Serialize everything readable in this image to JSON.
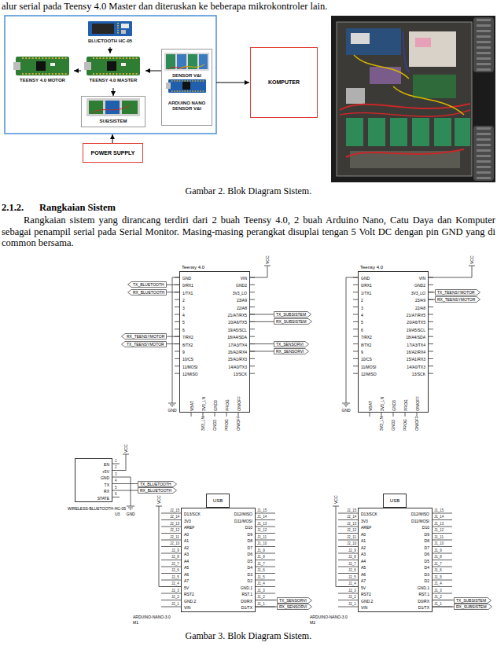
{
  "diagram": {
    "caption": "Gambar 2. Blok Diagram Sistem.",
    "nodes": [
      {
        "text": [
          "BLUETOOTH HC-05"
        ]
      },
      {
        "text": [
          "TEENSY 4.0 MOTOR"
        ]
      },
      {
        "text": [
          "TEENSY 4.0 MASTER"
        ]
      },
      {
        "text": [
          "SENSOR V&I",
          "ARDUINO NANO SENSOR V&I"
        ]
      },
      {
        "text": [
          "SUBSISTEM"
        ]
      },
      {
        "text": [
          "KOMPUTER"
        ]
      },
      {
        "text": [
          "POWER SUPPLY"
        ]
      },
      {
        "text": [
          "Teensy 4.0",
          "GND",
          "0/RX1",
          "1/TX1",
          "2",
          "3",
          "4",
          "5",
          "6",
          "7/RX2",
          "8/TX2",
          "9",
          "10/CS",
          "11/MOSI",
          "12/MISO",
          "VIN",
          "GND2",
          "3V3_LO",
          "23/A9",
          "22/A8",
          "21/A7/RX5",
          "20/A6/TX5",
          "19/A5/SCL",
          "18/A4/SDA",
          "17/A3/TX4",
          "16/A2/RX4",
          "15/A1/RX3",
          "14/A0/TX3",
          "13/SCK",
          "VBAT",
          "3V3_LN",
          "GND3",
          "PROG",
          "ON/OFF"
        ]
      },
      {
        "text": [
          "TX_BLUETOOTH"
        ]
      },
      {
        "text": [
          "RX_BLUETOOTH"
        ]
      },
      {
        "text": [
          "RX_TEENSYMOTOR"
        ]
      },
      {
        "text": [
          "TX_TEENSYMOTOR"
        ]
      },
      {
        "text": [
          "TX_SUBSISTEM"
        ]
      },
      {
        "text": [
          "RX_SUBSISTEM"
        ]
      },
      {
        "text": [
          "TX_SENSORVI"
        ]
      },
      {
        "text": [
          "RX_SENSORVI"
        ]
      },
      {
        "text": [
          "Teensy 4.0",
          "GND",
          "0/RX1",
          "1/TX1",
          "2",
          "3",
          "4",
          "5",
          "6",
          "7/RX2",
          "8/TX2",
          "9",
          "10/CS",
          "11/MOSI",
          "12/MISO",
          "VIN",
          "GND2",
          "3V3_LO",
          "23/A9",
          "22/A8",
          "21/A7/RX5",
          "20/A6/TX5",
          "19/A5/SCL",
          "18/A4/SDA",
          "17/A3/TX4",
          "16/A2/RX4",
          "15/A1/RX3",
          "14/A0/TX3",
          "13/SCK",
          "VBAT",
          "3V3_LN",
          "GND3",
          "PROG",
          "ON/OFF"
        ]
      },
      {
        "text": [
          "TX_TEENSYMOTOR"
        ]
      },
      {
        "text": [
          "RX_TEENSYMOTOR"
        ]
      },
      {
        "text": [
          "EN",
          "+5V",
          "GND",
          "TX",
          "RX",
          "STATE",
          "WIRELESS-BLUETOOTH-HC-05",
          "U3"
        ]
      },
      {
        "text": [
          "TX_BLUETOOTH"
        ]
      },
      {
        "text": [
          "RX_BLUETOOTH"
        ]
      },
      {
        "text": [
          "USB"
        ]
      },
      {
        "text": [
          "ARDUINO-NANO-3.0",
          "M1",
          "D13/SCK",
          "3V3",
          "AREF",
          "A0",
          "A1",
          "A2",
          "A3",
          "A4",
          "A5",
          "A6",
          "A7",
          "5V",
          "RST2",
          "GND.2",
          "VIN",
          "D12/MISO",
          "D11/MOSI",
          "D10",
          "D9",
          "D8",
          "D7",
          "D6",
          "D5",
          "D4",
          "D3",
          "D2",
          "GND.1",
          "RST.1",
          "D0/RX",
          "D1/TX"
        ]
      },
      {
        "text": [
          "TX_SENSORVI"
        ]
      },
      {
        "text": [
          "RX_SENSORVI"
        ]
      },
      {
        "text": [
          "USB"
        ]
      },
      {
        "text": [
          "ARDUINO-NANO-3.0",
          "M2",
          "D13/SCK",
          "3V3",
          "AREF",
          "A0",
          "A1",
          "A2",
          "A3",
          "A4",
          "A5",
          "A6",
          "A7",
          "5V",
          "RST2",
          "GND.2",
          "VIN",
          "D12/MISO",
          "D11/MOSI",
          "D10",
          "D9",
          "D8",
          "D7",
          "D6",
          "D5",
          "D4",
          "D3",
          "D2",
          "GND.1",
          "RST.1",
          "D0/RX",
          "D1/TX"
        ]
      },
      {
        "text": [
          "TX_SUBSISTEM"
        ]
      },
      {
        "text": [
          "RX_SUBSISTEM"
        ]
      }
    ],
    "edges": [
      {
        "from": 0,
        "to": 2,
        "arrow": "to"
      },
      {
        "from": 2,
        "to": 1,
        "arrow": "to"
      },
      {
        "from": 3,
        "to": 2,
        "arrow": "to"
      },
      {
        "from": 2,
        "to": 4,
        "arrow": "to"
      },
      {
        "from": 7,
        "to": 8,
        "arrow": "none"
      },
      {
        "from": 7,
        "to": 9,
        "arrow": "none"
      },
      {
        "from": 7,
        "to": 10,
        "arrow": "none"
      },
      {
        "from": 7,
        "to": 11,
        "arrow": "none"
      },
      {
        "from": 7,
        "to": 12,
        "arrow": "none"
      },
      {
        "from": 7,
        "to": 13,
        "arrow": "none"
      },
      {
        "from": 7,
        "to": 14,
        "arrow": "none"
      },
      {
        "from": 7,
        "to": 15,
        "arrow": "none"
      },
      {
        "from": 16,
        "to": 17,
        "arrow": "none"
      },
      {
        "from": 16,
        "to": 18,
        "arrow": "none"
      },
      {
        "from": 19,
        "to": 20,
        "arrow": "none"
      },
      {
        "from": 19,
        "to": 21,
        "arrow": "none"
      },
      {
        "from": 23,
        "to": 24,
        "arrow": "none"
      },
      {
        "from": 23,
        "to": 25,
        "arrow": "none"
      },
      {
        "from": 27,
        "to": 28,
        "arrow": "none"
      },
      {
        "from": 27,
        "to": 29,
        "arrow": "none"
      }
    ],
    "labels": [
      "alur serial pada Teensy 4.0 Master dan diteruskan ke beberapa mikrokontroler lain.",
      "2.1.2.",
      "Rangkaian Sistem",
      "Rangkaian sistem yang dirancang terdiri dari 2 buah Teensy 4.0, 2 buah Arduino Nano, Catu Daya dan Komputer sebagai penampil serial pada Serial Monitor. Masing-masing perangkat disuplai tengan 5 Volt DC dengan pin GND yang di common bersama.",
      "Gambar 3. Blok Diagram Sistem.",
      "GND",
      "VCC",
      "3V3_LN",
      "GND3",
      "PROG",
      "ON/OFF",
      "GND",
      "VCC",
      "3V3_LN",
      "GND3",
      "PROG",
      "ON/OFF",
      "VCC",
      "GND",
      "1",
      "2",
      "3",
      "4",
      "5",
      "6",
      "VCC",
      "J2_15",
      "J2_14",
      "J2_13",
      "J2_12",
      "J2_11",
      "J2_10",
      "J2_9",
      "J2_8",
      "J2_7",
      "J2_6",
      "J2_5",
      "J2_4",
      "J2_3",
      "J2_2",
      "J2_1",
      "J1_15",
      "J1_14",
      "J1_13",
      "J1_12",
      "J1_11",
      "J1_10",
      "J1_9",
      "J1_8",
      "J1_7",
      "J1_6",
      "J1_5",
      "J1_4",
      "J1_3",
      "J1_2",
      "J1_1",
      "VCC",
      "J2_15",
      "J2_14",
      "J2_13",
      "J2_12",
      "J2_11",
      "J2_10",
      "J2_9",
      "J2_8",
      "J2_7",
      "J2_6",
      "J2_5",
      "J2_4",
      "J2_3",
      "J2_2",
      "J2_1",
      "J1_15",
      "J1_14",
      "J1_13",
      "J1_12",
      "J1_11",
      "J1_10",
      "J1_9",
      "J1_8",
      "J1_7",
      "J1_6",
      "J1_5",
      "J1_4",
      "J1_3",
      "J1_2",
      "J1_1"
    ]
  }
}
